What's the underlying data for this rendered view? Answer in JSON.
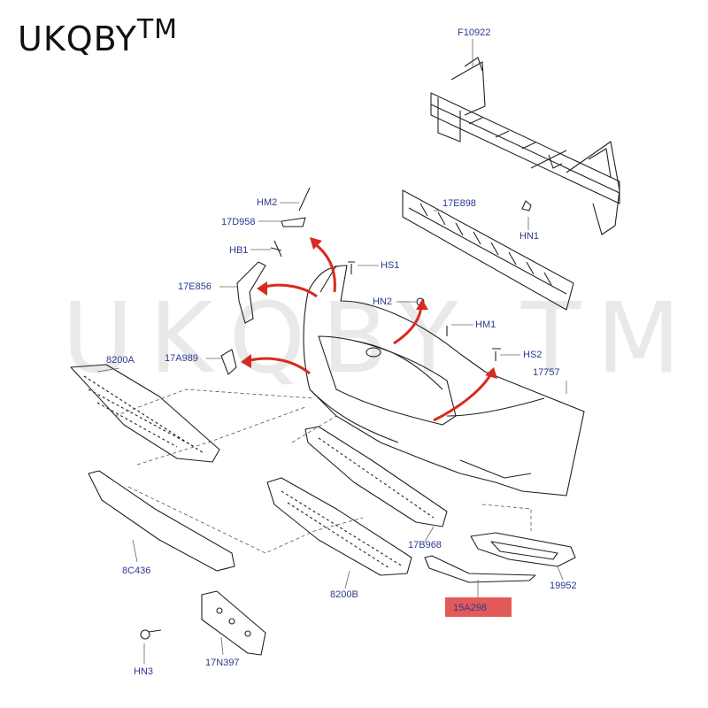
{
  "brand": {
    "name": "UKQBY",
    "mark": "TM"
  },
  "watermark": "UKQBY TM",
  "highlight_color": "#e35a5a",
  "label_color": "#2b3a8c",
  "arrow_color": "#d62c1e",
  "parts": {
    "F10922": "F10922",
    "HM2": "HM2",
    "17D958": "17D958",
    "HB1": "HB1",
    "17E856": "17E856",
    "17E898": "17E898",
    "HN1": "HN1",
    "HS1": "HS1",
    "HN2": "HN2",
    "HM1": "HM1",
    "HS2": "HS2",
    "17757": "17757",
    "8200A": "8200A",
    "17A989": "17A989",
    "8C436": "8C436",
    "8200B": "8200B",
    "17B968": "17B968",
    "19952": "19952",
    "15A298": "15A298",
    "HN3": "HN3",
    "17N397": "17N397"
  }
}
